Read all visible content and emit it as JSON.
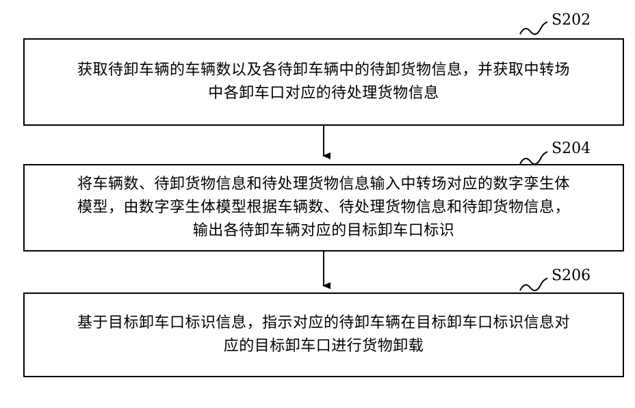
{
  "steps": [
    {
      "label": "S202",
      "lines": [
        "获取待卸车辆的车辆数以及各待卸车辆中的待卸货物信息，并获取中转场",
        "中各卸车口对应的待处理货物信息"
      ]
    },
    {
      "label": "S204",
      "lines": [
        "将车辆数、待卸货物信息和待处理货物信息输入中转场对应的数字孪生体",
        "模型，由数字孪生体模型根据车辆数、待处理货物信息和待卸货物信息，",
        "输出各待卸车辆对应的目标卸车口标识"
      ]
    },
    {
      "label": "S206",
      "lines": [
        "基于目标卸车口标识信息，指示对应的待卸车辆在目标卸车口标识信息对",
        "应的目标卸车口进行货物卸载"
      ]
    }
  ]
}
